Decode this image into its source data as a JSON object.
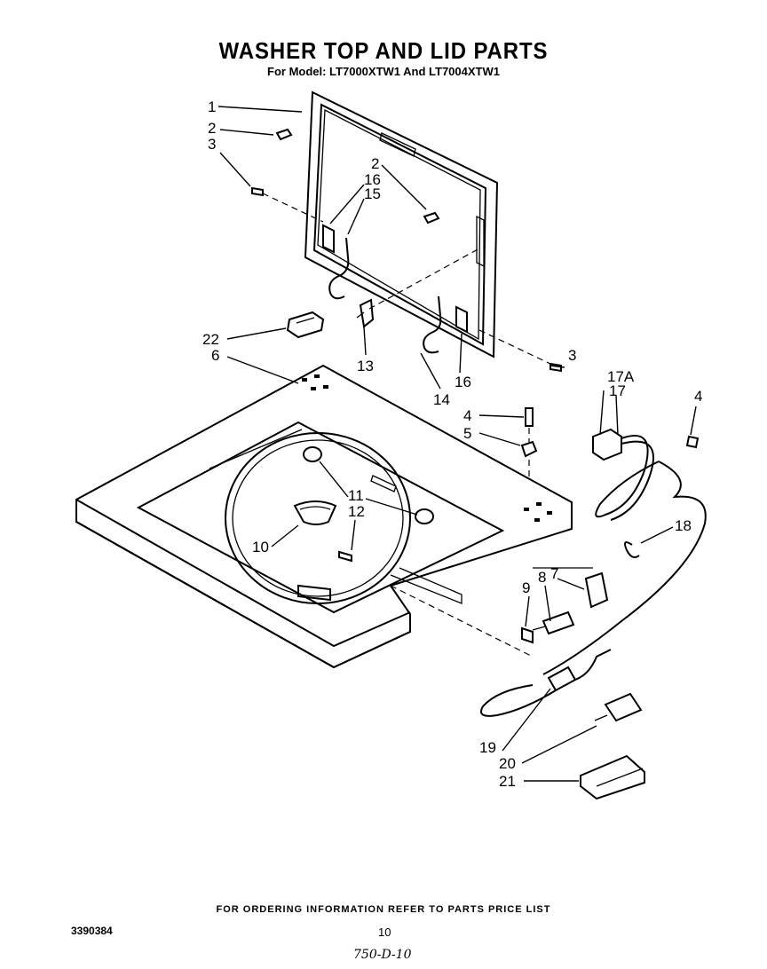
{
  "header": {
    "title": "WASHER TOP AND LID PARTS",
    "subtitle": "For Model: LT7000XTW1 And LT7004XTW1"
  },
  "callouts": {
    "c1": "1",
    "c2a": "2",
    "c3a": "3",
    "c2b": "2",
    "c16a": "16",
    "c15": "15",
    "c22": "22",
    "c6": "6",
    "c13": "13",
    "c16b": "16",
    "c14": "14",
    "c3b": "3",
    "c17a": "17A",
    "c17": "17",
    "c4a": "4",
    "c4b": "4",
    "c5": "5",
    "c11": "11",
    "c12": "12",
    "c10": "10",
    "c18": "18",
    "c9": "9",
    "c8": "8",
    "c7": "7",
    "c19": "19",
    "c20": "20",
    "c21": "21"
  },
  "footer": {
    "note": "FOR ORDERING INFORMATION REFER TO PARTS PRICE LIST",
    "doc_number": "3390384",
    "page_number": "10",
    "handwritten": "750-D-10"
  }
}
